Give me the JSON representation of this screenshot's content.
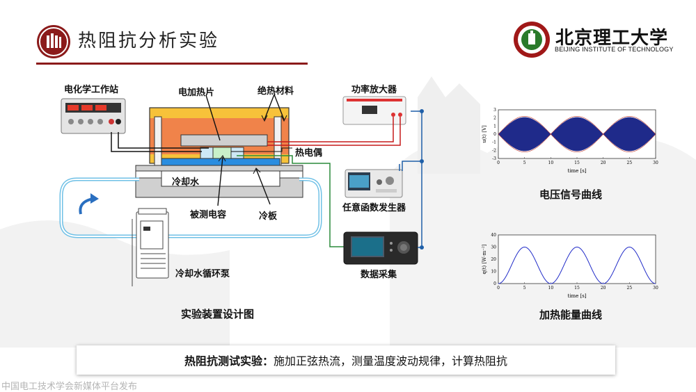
{
  "header": {
    "title": "热阻抗分析实验",
    "logo_cn": "北京理工大学",
    "logo_en": "BEIJING INSTITUTE OF TECHNOLOGY"
  },
  "diagram": {
    "labels": {
      "workstation": "电化学工作站",
      "heater": "电加热片",
      "insulation": "绝热材料",
      "amplifier": "功率放大器",
      "thermocouple": "热电偶",
      "cooling_water": "冷却水",
      "capacitor": "被测电容",
      "cold_plate": "冷板",
      "pump": "冷却水循环泵",
      "generator": "任意函数发生器",
      "daq": "数据采集",
      "caption": "实验装置设计图"
    }
  },
  "charts": {
    "voltage_title": "电压信号曲线",
    "heat_title": "加热能量曲线",
    "voltage_ylabel": "u(t) [V]",
    "voltage_xlabel": "time [s]",
    "heat_ylabel": "q(t) [W·m⁻²]",
    "heat_xlabel": "time [s]"
  },
  "chart_data": [
    {
      "type": "line",
      "title": "电压信号曲线",
      "xlabel": "time [s]",
      "ylabel": "u(t) [V]",
      "x_ticks": [
        0,
        5,
        10,
        15,
        20,
        25,
        30
      ],
      "y_ticks": [
        -3,
        -2,
        -1,
        0,
        1,
        2,
        3
      ],
      "xlim": [
        0,
        30
      ],
      "ylim": [
        -3,
        3
      ],
      "series": [
        {
          "envelope_amplitude": 2.2,
          "envelope_period": 10,
          "carrier": "high-frequency"
        }
      ]
    },
    {
      "type": "line",
      "title": "加热能量曲线",
      "xlabel": "time [s]",
      "ylabel": "q(t) [W·m⁻²]",
      "x_ticks": [
        0,
        5,
        10,
        15,
        20,
        25,
        30
      ],
      "y_ticks": [
        0,
        10,
        20,
        30,
        40
      ],
      "xlim": [
        0,
        30
      ],
      "ylim": [
        0,
        40
      ],
      "series": [
        {
          "peak": 30,
          "period": 10,
          "peaks_at": [
            5,
            15,
            25
          ]
        }
      ]
    }
  ],
  "bottom": {
    "bold": "热阻抗测试实验：",
    "text": "施加正弦热流，测量温度波动规律，计算热阻抗"
  },
  "footer": "中国电工技术学会新媒体平台发布",
  "colors": {
    "brand_red": "#8b1a1a",
    "orange": "#f0834a",
    "yellow": "#f7c23a",
    "blue": "#2a8de0",
    "wire_red": "#c51a1a",
    "wire_green": "#2a8a3a",
    "signal": "#1f2a8a"
  }
}
